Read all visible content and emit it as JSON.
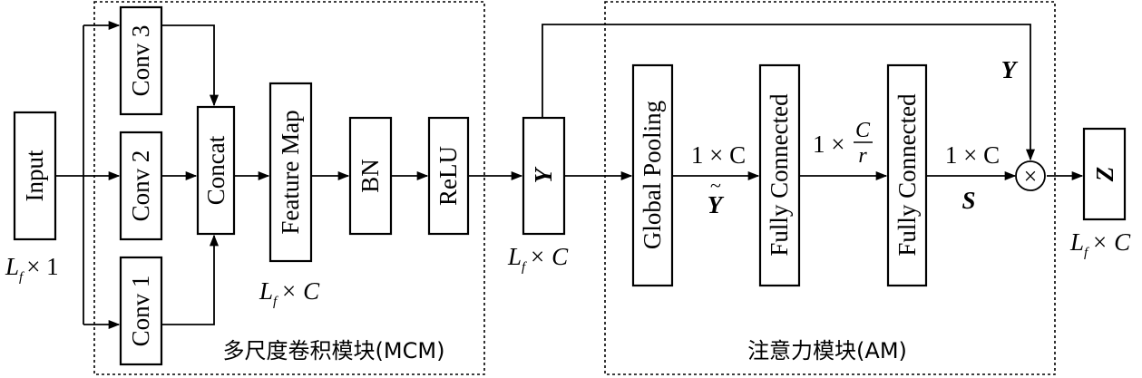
{
  "modules": {
    "mcm_label": "多尺度卷积模块(MCM)",
    "am_label": "注意力模块(AM)"
  },
  "blocks": {
    "input": "Input",
    "conv3": "Conv 3",
    "conv2": "Conv 2",
    "conv1": "Conv 1",
    "concat": "Concat",
    "feature_map": "Feature Map",
    "bn": "BN",
    "relu": "ReLU",
    "y": "Y",
    "global_pooling": "Global Pooling",
    "fc1": "Fully Connected",
    "fc2": "Fully Connected",
    "z": "Z"
  },
  "labels": {
    "input_dim_L": "L",
    "input_dim_sub": "f",
    "input_dim_rest": "× 1",
    "fm_dim_L": "L",
    "fm_dim_sub": "f",
    "fm_dim_rest": "× C",
    "y_dim_L": "L",
    "y_dim_sub": "f",
    "y_dim_rest": "× C",
    "z_dim_L": "L",
    "z_dim_sub": "f",
    "z_dim_rest": "× C",
    "pool_out": "1 × C",
    "pool_out_sym": "Y",
    "pool_out_tilde": "~",
    "fc1_out_pre": "1 ×",
    "fc1_out_num": "C",
    "fc1_out_den": "r",
    "fc2_out": "1 × C",
    "fc2_out_sym": "S",
    "skip_sym": "Y",
    "multiply_symbol": "×"
  }
}
